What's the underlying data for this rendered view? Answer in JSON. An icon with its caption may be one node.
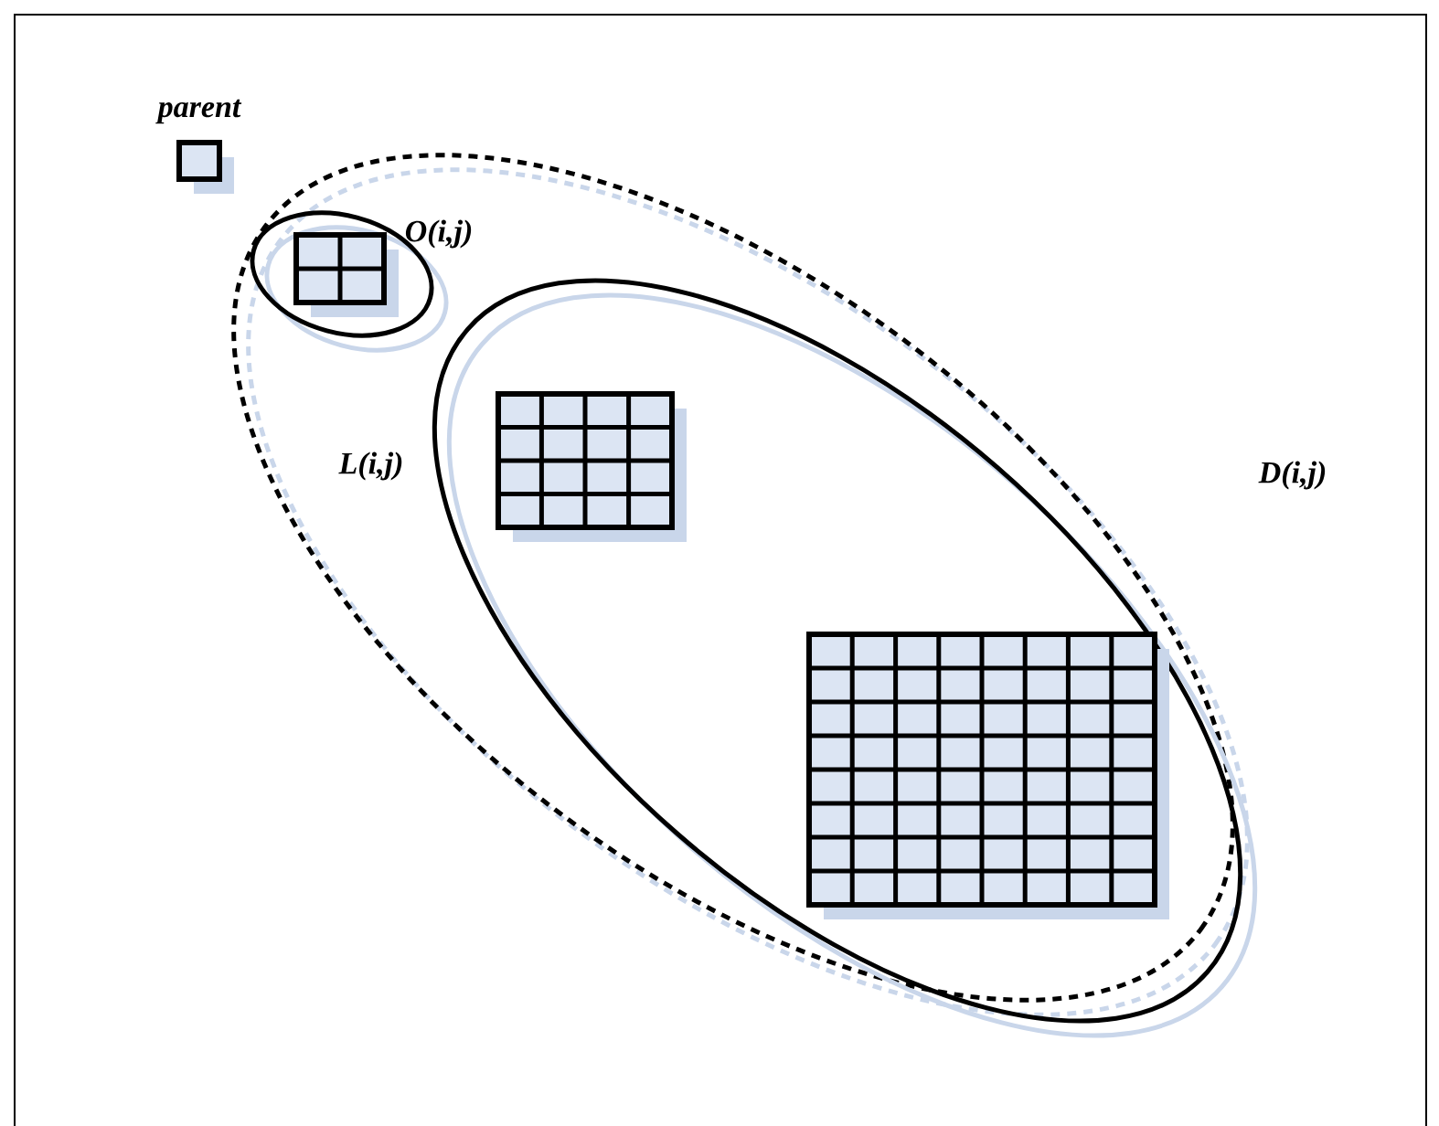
{
  "diagram": {
    "nodes": [
      {
        "text": [
          "parent"
        ]
      },
      {
        "text": [
          "D(i,j)"
        ]
      },
      {
        "text": [
          "O(i,j)"
        ],
        "in": 1
      },
      {
        "text": [],
        "shape": "box",
        "in": 2
      },
      {
        "text": [
          "L(i,j)"
        ],
        "in": 1
      },
      {
        "text": [],
        "shape": "box",
        "in": 4
      },
      {
        "text": [],
        "shape": "box",
        "in": 4
      }
    ]
  }
}
